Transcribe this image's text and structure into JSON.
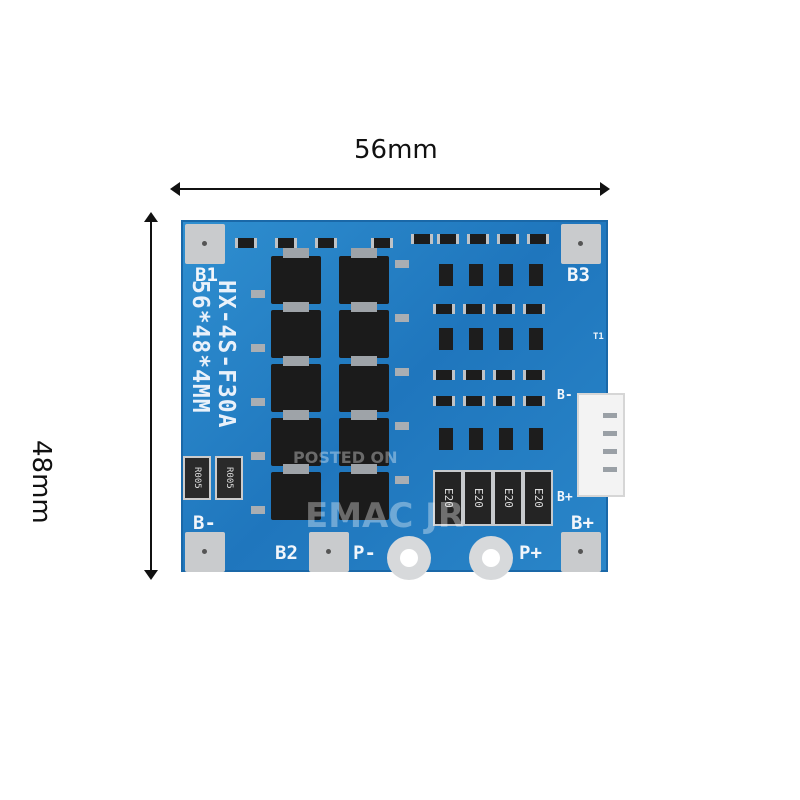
{
  "dimensions": {
    "width_label": "56mm",
    "height_label": "48mm"
  },
  "board": {
    "model_lines": [
      "HX-4S-F30A",
      "56*48*4MM"
    ],
    "labels": {
      "b1": "B1",
      "b2": "B2",
      "b3": "B3",
      "b_minus": "B-",
      "b_plus": "B+",
      "p_minus": "P-",
      "p_plus": "P+",
      "conn_b_minus": "B-",
      "conn_b_plus": "B+",
      "t1": "T1"
    },
    "resistor_markings": [
      "R005",
      "R005"
    ],
    "cap_markings": [
      "E20",
      "E20",
      "E20",
      "E20"
    ],
    "color_board": "#1f76bd"
  },
  "watermark": {
    "line1": "POSTED ON",
    "line2": "EMAC JR"
  }
}
